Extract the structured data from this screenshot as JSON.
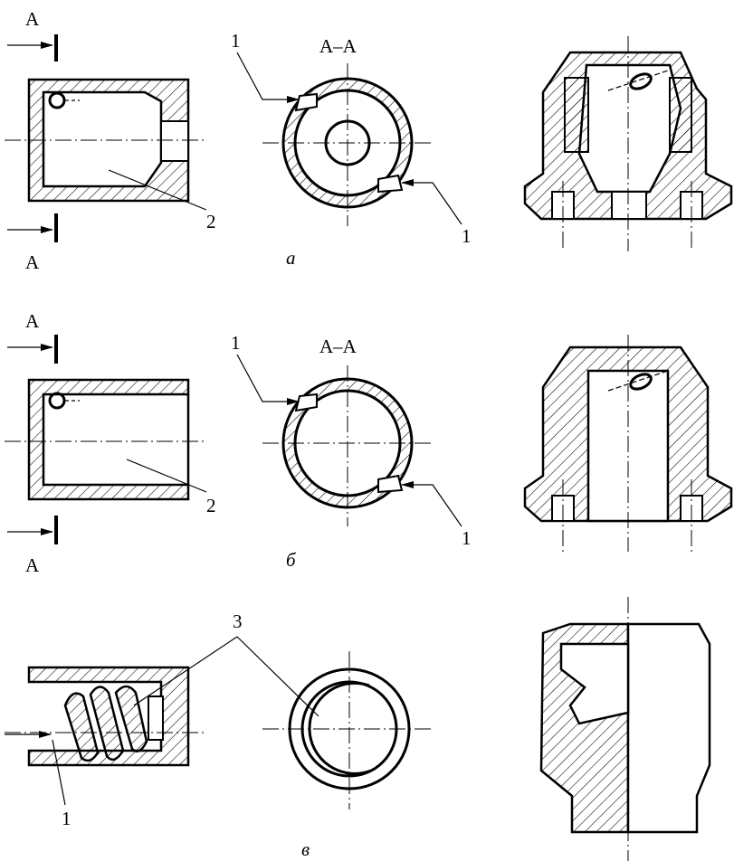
{
  "section_letter": "A",
  "section_label": "A–A",
  "callout_1": "1",
  "callout_2": "2",
  "callout_3": "3",
  "captions": {
    "a": "а",
    "b": "б",
    "v": "в"
  }
}
